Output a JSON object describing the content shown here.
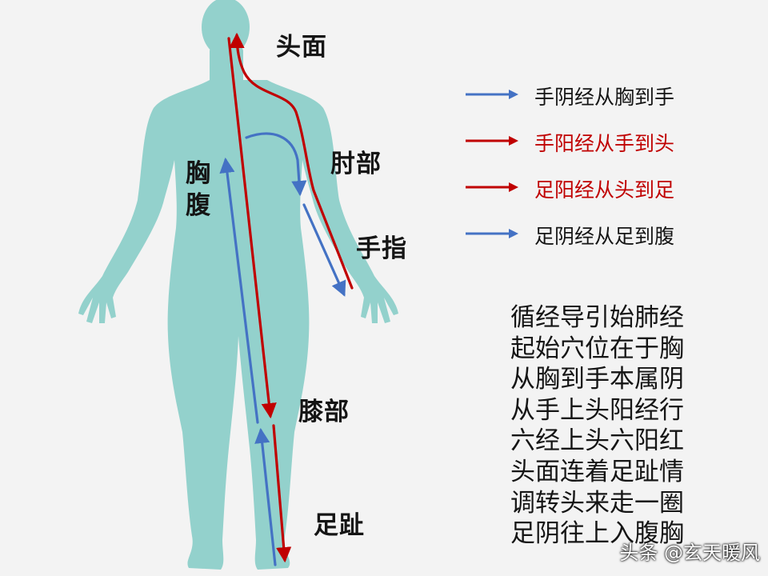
{
  "colors": {
    "body": "#93d1cc",
    "yang": "#c00000",
    "yin": "#4472c4",
    "text": "#151515"
  },
  "labels": {
    "head_face": "头面",
    "elbow": "肘部",
    "chest_1": "胸",
    "chest_2": "腹",
    "fingers": "手指",
    "knee": "膝部",
    "toes": "足趾"
  },
  "legend": [
    {
      "text": "手阴经从胸到手",
      "color": "#4472c4",
      "text_color": "#151515"
    },
    {
      "text": "手阳经从手到头",
      "color": "#c00000",
      "text_color": "#c00000"
    },
    {
      "text": "足阳经从头到足",
      "color": "#c00000",
      "text_color": "#c00000"
    },
    {
      "text": "足阴经从足到腹",
      "color": "#4472c4",
      "text_color": "#151515"
    }
  ],
  "poem": [
    "循经导引始肺经",
    "起始穴位在于胸",
    "从胸到手本属阴",
    "从手上头阳经行",
    "六经上头六阳红",
    "头面连着足趾情",
    "调转头来走一圈",
    "足阴往上入腹胸"
  ],
  "watermark": "头条 @玄天暖风"
}
